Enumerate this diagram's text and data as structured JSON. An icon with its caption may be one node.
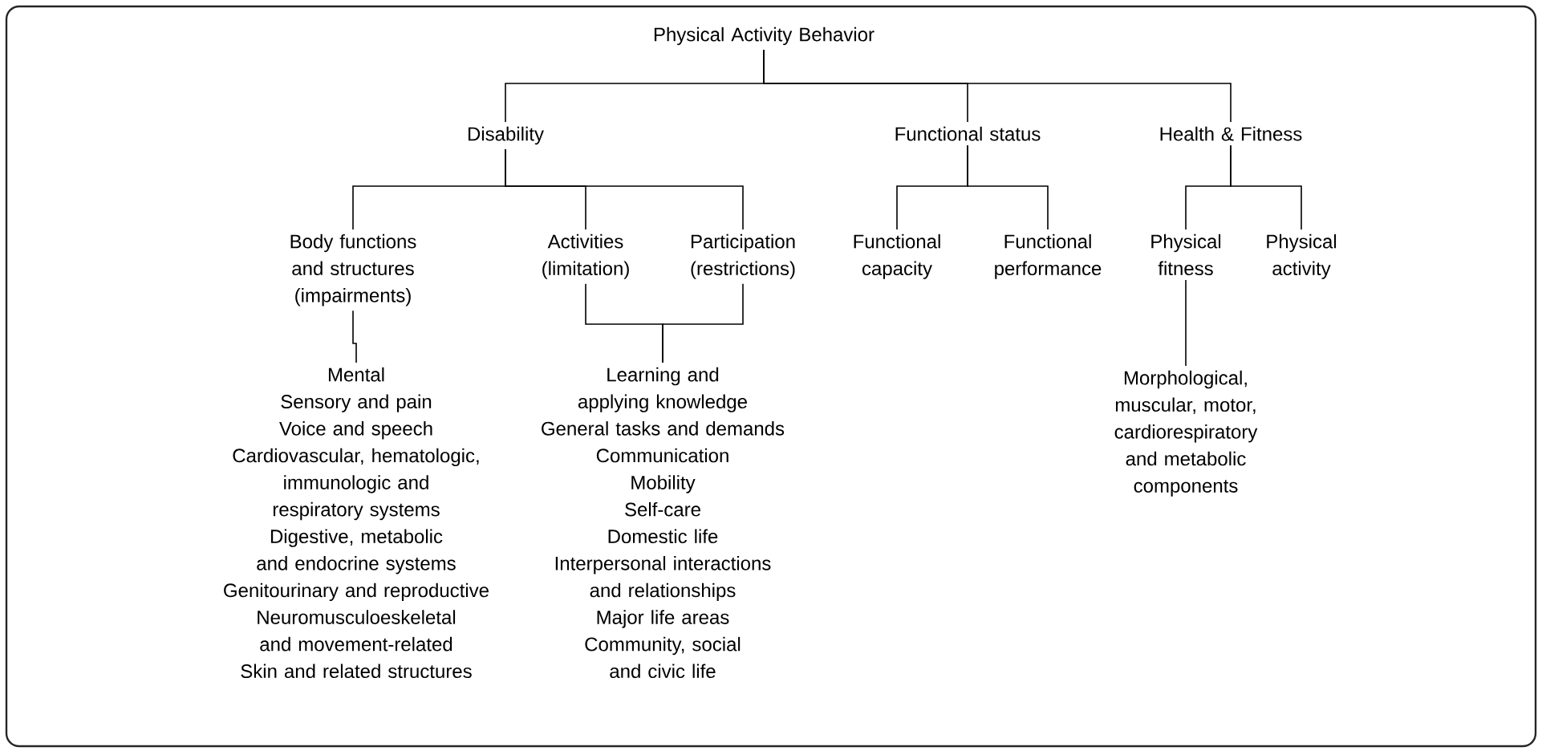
{
  "diagram": {
    "nodes": [
      {
        "text": [
          "Physical Activity Behavior"
        ]
      },
      {
        "text": [
          "Disability"
        ]
      },
      {
        "text": [
          "Functional status"
        ]
      },
      {
        "text": [
          "Health & Fitness"
        ]
      },
      {
        "text": [
          "Body functions and structures (impairments)"
        ]
      },
      {
        "text": [
          "Activities (limitation)"
        ]
      },
      {
        "text": [
          "Participation (restrictions)"
        ]
      },
      {
        "text": [
          "Functional capacity"
        ]
      },
      {
        "text": [
          "Functional performance"
        ]
      },
      {
        "text": [
          "Physical fitness"
        ]
      },
      {
        "text": [
          "Physical activity"
        ]
      },
      {
        "text": [
          "Mental",
          "Sensory and pain",
          "Voice and speech",
          "Cardiovascular, hematologic, immunologic and respiratory systems",
          "Digestive, metabolic and endocrine systems",
          "Genitourinary and reproductive",
          "Neuromusculoeskeletal and movement-related",
          "Skin and related structures"
        ]
      },
      {
        "text": [
          "Learning and applying knowledge",
          "General tasks and demands",
          "Communication",
          "Mobility",
          "Self-care",
          "Domestic life",
          "Interpersonal interactions and relationships",
          "Major life areas",
          "Community, social and civic life"
        ]
      },
      {
        "text": [
          "Morphological, muscular, motor, cardiorespiratory and metabolic components"
        ]
      }
    ],
    "edges": [
      {
        "from": 0,
        "to": 1,
        "arrow": "none"
      },
      {
        "from": 0,
        "to": 2,
        "arrow": "none"
      },
      {
        "from": 0,
        "to": 3,
        "arrow": "none"
      },
      {
        "from": 1,
        "to": 4,
        "arrow": "none"
      },
      {
        "from": 1,
        "to": 5,
        "arrow": "none"
      },
      {
        "from": 1,
        "to": 6,
        "arrow": "none"
      },
      {
        "from": 2,
        "to": 7,
        "arrow": "none"
      },
      {
        "from": 2,
        "to": 8,
        "arrow": "none"
      },
      {
        "from": 3,
        "to": 9,
        "arrow": "none"
      },
      {
        "from": 3,
        "to": 10,
        "arrow": "none"
      },
      {
        "from": 4,
        "to": 11,
        "arrow": "none"
      },
      {
        "from": 5,
        "to": 12,
        "arrow": "none"
      },
      {
        "from": 6,
        "to": 12,
        "arrow": "none"
      },
      {
        "from": 9,
        "to": 13,
        "arrow": "none"
      }
    ]
  }
}
